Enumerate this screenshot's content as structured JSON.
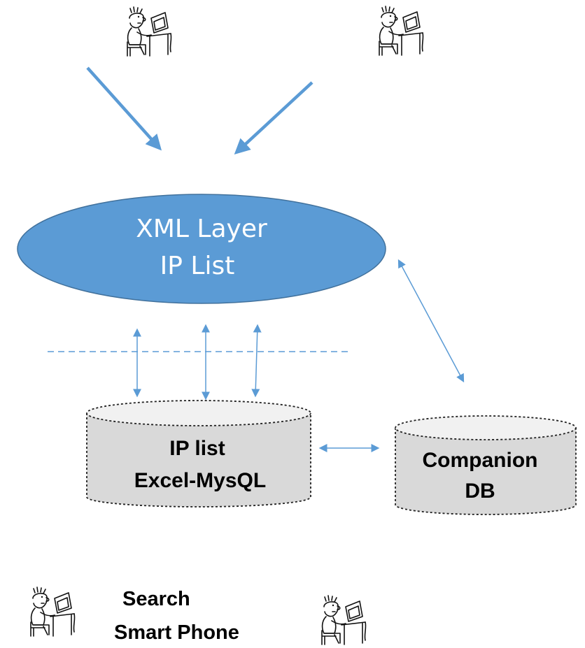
{
  "diagram": {
    "ellipse": {
      "line1": "XML Layer",
      "line2": "IP List",
      "fill_color": "#5b9bd5",
      "stroke_color": "#41719c"
    },
    "ip_db": {
      "line1": "IP list",
      "line2": "Excel-MysQL"
    },
    "companion_db": {
      "line1": "Companion",
      "line2": "DB"
    },
    "cylinder_fill": "#d9d9d9",
    "arrow_color": "#5b9bd5",
    "bottom_caption": {
      "line1": "Search",
      "line2": "Smart Phone"
    },
    "user_icons": [
      "user-at-computer-icon",
      "user-at-computer-icon",
      "user-at-computer-icon",
      "user-at-computer-icon"
    ]
  }
}
